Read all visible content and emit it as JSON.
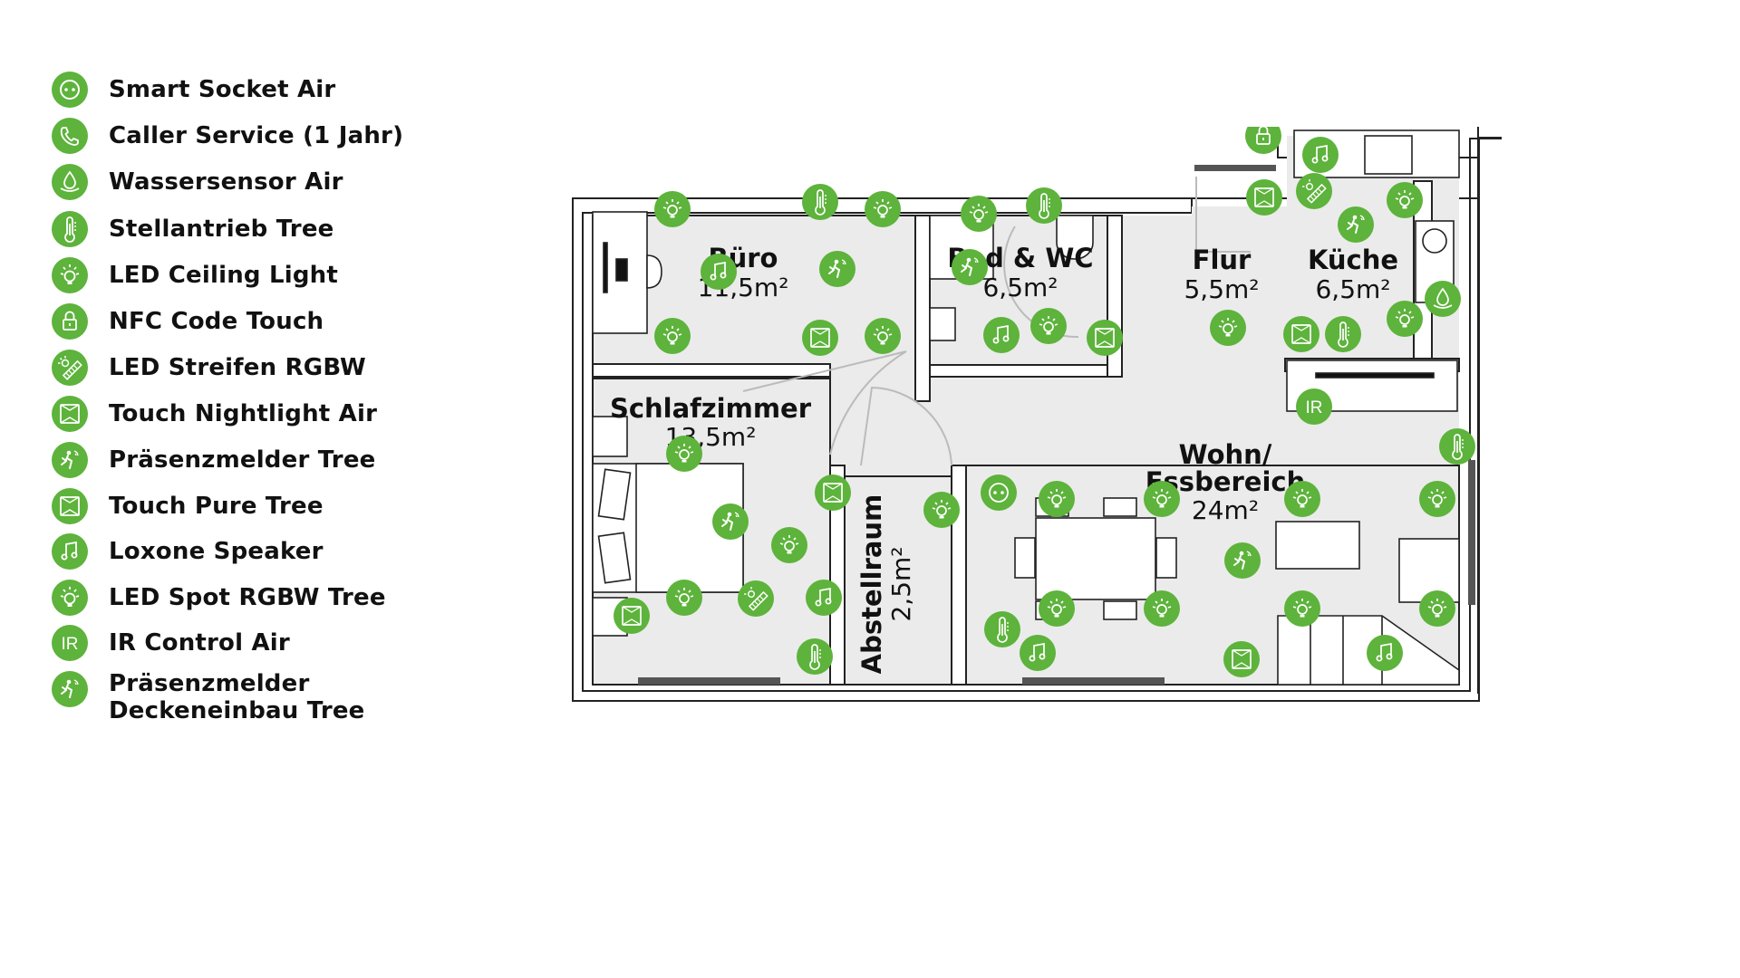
{
  "legend": [
    {
      "label": "Smart Socket Air",
      "icon": "socket-icon"
    },
    {
      "label": "Caller Service (1 Jahr)",
      "icon": "phone-icon"
    },
    {
      "label": "Wassersensor Air",
      "icon": "water-drop-icon"
    },
    {
      "label": "Stellantrieb Tree",
      "icon": "thermometer-icon"
    },
    {
      "label": "LED Ceiling Light",
      "icon": "ceiling-light-icon"
    },
    {
      "label": "NFC Code Touch",
      "icon": "lock-icon"
    },
    {
      "label": "LED Streifen RGBW",
      "icon": "led-strip-icon"
    },
    {
      "label": "Touch Nightlight Air",
      "icon": "touch-nightlight-icon"
    },
    {
      "label": "Präsenzmelder Tree",
      "icon": "motion-sensor-icon"
    },
    {
      "label": "Touch Pure Tree",
      "icon": "touch-pure-icon"
    },
    {
      "label": "Loxone Speaker",
      "icon": "speaker-icon"
    },
    {
      "label": "LED Spot RGBW Tree",
      "icon": "spot-light-icon"
    },
    {
      "label": "IR Control Air",
      "icon": "ir-icon",
      "text": "IR"
    },
    {
      "label": "Präsenzmelder Deckeneinbau Tree",
      "label_line1": "Präsenzmelder",
      "label_line2": "Deckeneinbau Tree",
      "icon": "motion-sensor-ceiling-icon"
    }
  ],
  "rooms": [
    {
      "key": "buero",
      "name": "Büro",
      "area": "11,5m²"
    },
    {
      "key": "bad",
      "name": "Bad & WC",
      "area": "6,5m²"
    },
    {
      "key": "flur",
      "name": "Flur",
      "area": "5,5m²"
    },
    {
      "key": "kueche",
      "name": "Küche",
      "area": "6,5m²"
    },
    {
      "key": "schlafzimmer",
      "name": "Schlafzimmer",
      "area": "13,5m²"
    },
    {
      "key": "abstellraum",
      "name": "Abstellraum",
      "area": "2,5m²"
    },
    {
      "key": "wohn",
      "name_line1": "Wohn/",
      "name_line2": "Essbereich",
      "area": "24m²"
    }
  ],
  "colors": {
    "accent_green": "#5db33b",
    "room_fill": "#ebebeb",
    "wall": "#222222",
    "text": "#111111"
  }
}
